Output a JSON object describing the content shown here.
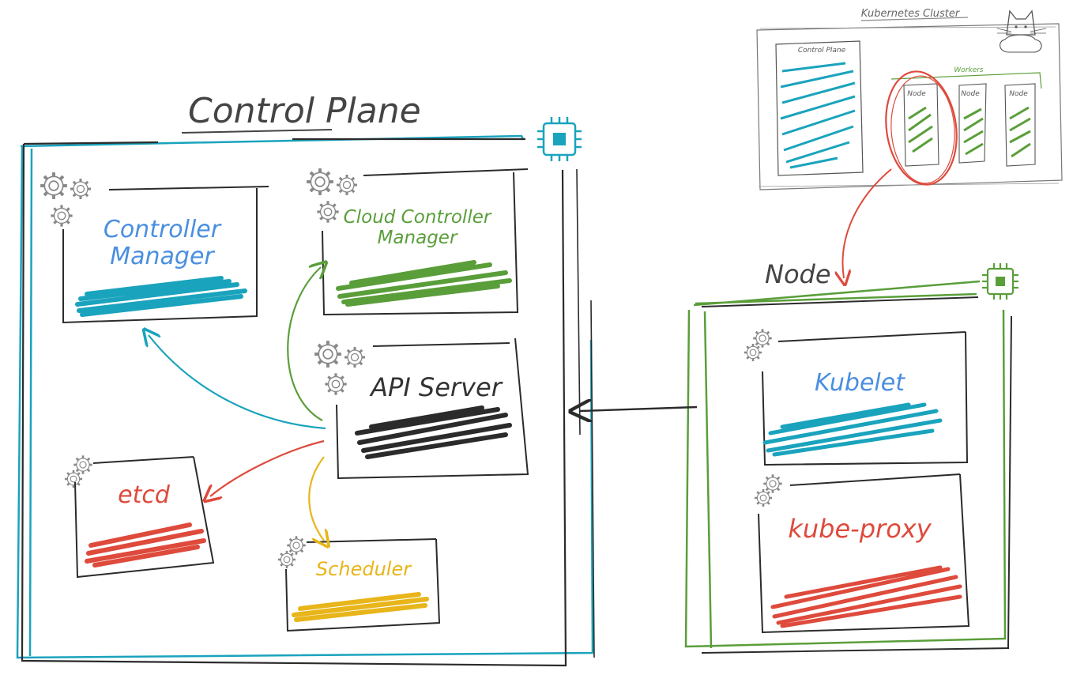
{
  "titles": {
    "control_plane": "Control Plane",
    "node": "Node"
  },
  "components": {
    "controller_manager": [
      "Controller",
      "Manager"
    ],
    "cloud_controller_manager": [
      "Cloud Controller",
      "Manager"
    ],
    "api_server": "API Server",
    "etcd": "etcd",
    "scheduler": "Scheduler",
    "kubelet": "Kubelet",
    "kube_proxy": "kube-proxy"
  },
  "minimap": {
    "title": "Kubernetes Cluster",
    "control_plane": "Control Plane",
    "workers": "Workers",
    "nodes": [
      "Node",
      "Node",
      "Node"
    ]
  },
  "colors": {
    "teal": "#1aa3bd",
    "green": "#5a9e3a",
    "red": "#de4a3c",
    "yellow": "#e8b51a",
    "black": "#2b2b2b",
    "blue": "#4a8fe0",
    "gray": "#777777"
  },
  "icons": [
    "gear-icon",
    "chip-icon",
    "cat-icon"
  ]
}
